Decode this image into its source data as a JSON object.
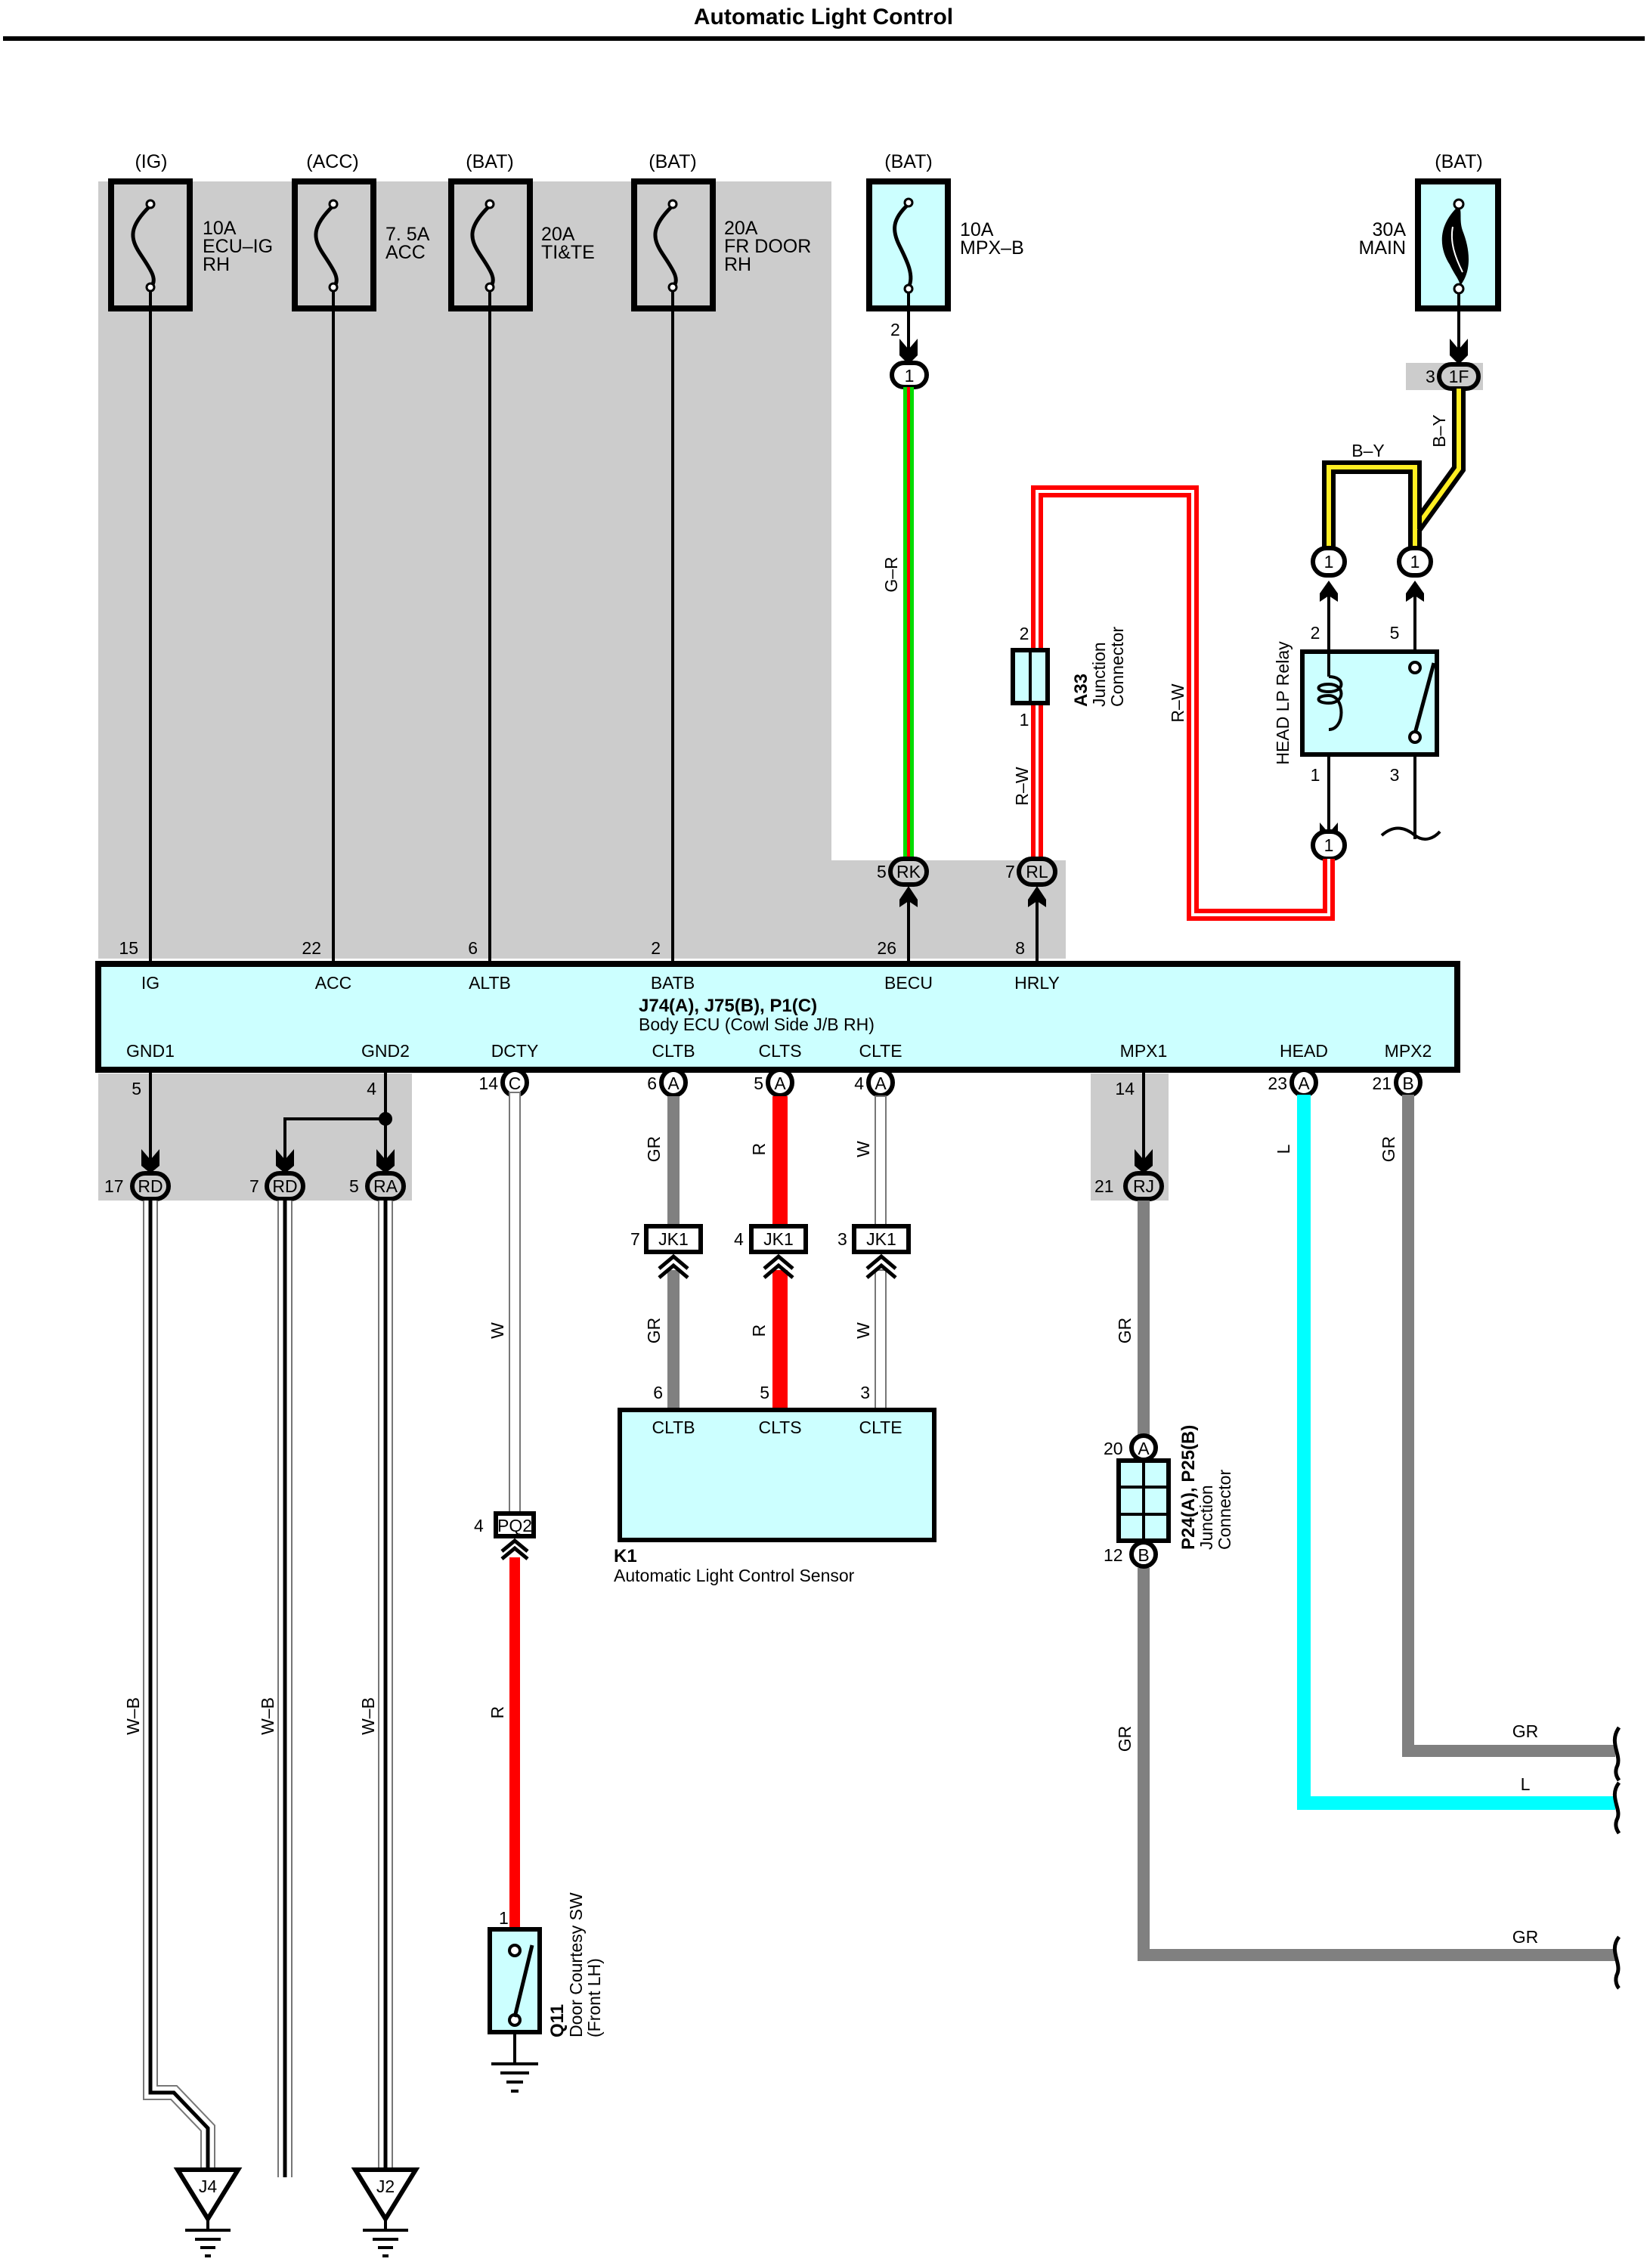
{
  "title": "Automatic Light Control",
  "colors": {
    "shade": "#cccccc",
    "component_fill": "#ccffff",
    "wire_black": "#000000",
    "wire_red": "#ff0000",
    "wire_green": "#00dd00",
    "wire_gray": "#808080",
    "wire_cyan": "#00ffff",
    "wire_yellow": "#ffee22",
    "wire_white": "#ffffff"
  },
  "fuses": [
    {
      "id": "fuse-ecu-ig-rh",
      "source": "(IG)",
      "rating": "10A",
      "name_lines": [
        "ECU–IG",
        "RH"
      ],
      "type": "fuse",
      "shaded": true
    },
    {
      "id": "fuse-acc",
      "source": "(ACC)",
      "rating": "7. 5A",
      "name_lines": [
        "ACC"
      ],
      "type": "fuse",
      "shaded": true
    },
    {
      "id": "fuse-ti-te",
      "source": "(BAT)",
      "rating": "20A",
      "name_lines": [
        "TI&TE"
      ],
      "type": "fuse",
      "shaded": true
    },
    {
      "id": "fuse-fr-door-rh",
      "source": "(BAT)",
      "rating": "20A",
      "name_lines": [
        "FR DOOR",
        "RH"
      ],
      "type": "fuse",
      "shaded": true
    },
    {
      "id": "fuse-mpx-b",
      "source": "(BAT)",
      "rating": "10A",
      "name_lines": [
        "MPX–B"
      ],
      "type": "fuse",
      "shaded": false,
      "out_pin": "2",
      "connector": "1"
    },
    {
      "id": "fusible-main",
      "source": "(BAT)",
      "rating": "30A",
      "name_lines": [
        "MAIN"
      ],
      "type": "fusible-link",
      "shaded": false,
      "connector_pin": "3",
      "connector": "1F"
    }
  ],
  "body_ecu": {
    "connectors": "J74(A), J75(B), P1(C)",
    "name": "Body ECU (Cowl Side J/B RH)",
    "top_terminals": [
      {
        "pin": "15",
        "label": "IG"
      },
      {
        "pin": "22",
        "label": "ACC"
      },
      {
        "pin": "6",
        "label": "ALTB"
      },
      {
        "pin": "2",
        "label": "BATB"
      },
      {
        "pin": "26",
        "label": "BECU"
      },
      {
        "pin": "8",
        "label": "HRLY"
      }
    ],
    "bottom_terminals": [
      {
        "pin": "5",
        "label": "GND1",
        "connector": ""
      },
      {
        "pin": "4",
        "label": "GND2",
        "connector": ""
      },
      {
        "pin": "14",
        "label": "DCTY",
        "connector": "C"
      },
      {
        "pin": "6",
        "label": "CLTB",
        "connector": "A"
      },
      {
        "pin": "5",
        "label": "CLTS",
        "connector": "A"
      },
      {
        "pin": "4",
        "label": "CLTE",
        "connector": "A"
      },
      {
        "pin": "14",
        "label": "MPX1",
        "connector": ""
      },
      {
        "pin": "23",
        "label": "HEAD",
        "connector": "A"
      },
      {
        "pin": "21",
        "label": "MPX2",
        "connector": "B"
      }
    ]
  },
  "inline_connectors": {
    "rk": {
      "pin": "5",
      "name": "RK"
    },
    "rl": {
      "pin": "7",
      "name": "RL"
    },
    "rd1": {
      "pin": "17",
      "name": "RD"
    },
    "rd2": {
      "pin": "7",
      "name": "RD"
    },
    "ra": {
      "pin": "5",
      "name": "RA"
    },
    "rj": {
      "pin": "21",
      "name": "RJ"
    },
    "jk1_a": {
      "pin": "7",
      "name": "JK1"
    },
    "jk1_b": {
      "pin": "4",
      "name": "JK1"
    },
    "jk1_c": {
      "pin": "3",
      "name": "JK1"
    },
    "pq2": {
      "pin": "4",
      "name": "PQ2"
    },
    "relay_in_left": {
      "name": "1"
    },
    "relay_in_right": {
      "name": "1"
    },
    "relay_out": {
      "name": "1"
    }
  },
  "a33": {
    "code": "A33",
    "name_lines": [
      "Junction",
      "Connector"
    ],
    "pin_top": "2",
    "pin_bottom": "1"
  },
  "head_lp_relay": {
    "name": "HEAD LP Relay",
    "pins": {
      "coil_top": "2",
      "switch_top": "5",
      "coil_bottom": "1",
      "switch_bottom": "3"
    }
  },
  "k1": {
    "code": "K1",
    "name": "Automatic Light Control Sensor",
    "terminals": [
      {
        "pin": "6",
        "label": "CLTB"
      },
      {
        "pin": "5",
        "label": "CLTS"
      },
      {
        "pin": "3",
        "label": "CLTE"
      }
    ]
  },
  "p24": {
    "code": "P24(A), P25(B)",
    "name_lines": [
      "Junction",
      "Connector"
    ],
    "top": {
      "pin": "20",
      "conn": "A"
    },
    "bottom": {
      "pin": "12",
      "conn": "B"
    }
  },
  "q11": {
    "code": "Q11",
    "name_lines": [
      "Door Courtesy SW",
      "(Front LH)"
    ],
    "pin": "1"
  },
  "grounds": [
    {
      "id": "J4"
    },
    {
      "id": "J2"
    }
  ],
  "wire_labels": {
    "mpx_b": "G–R",
    "a33_upper": "R–W",
    "a33_lower": "R–W",
    "main_vert": "B–Y",
    "main_horz": "B–Y",
    "cltb_upper": "GR",
    "cltb_lower": "GR",
    "clts_upper": "R",
    "clts_lower": "R",
    "clte_upper": "W",
    "clte_lower": "W",
    "dcty_upper": "W",
    "dcty_lower": "R",
    "gnd1": "W–B",
    "gnd2a": "W–B",
    "gnd2b": "W–B",
    "mpx1_upper": "GR",
    "mpx1_lower": "GR",
    "mpx1_out": "GR",
    "head": "L",
    "head_out": "L",
    "mpx2": "GR",
    "mpx2_out": "GR"
  }
}
